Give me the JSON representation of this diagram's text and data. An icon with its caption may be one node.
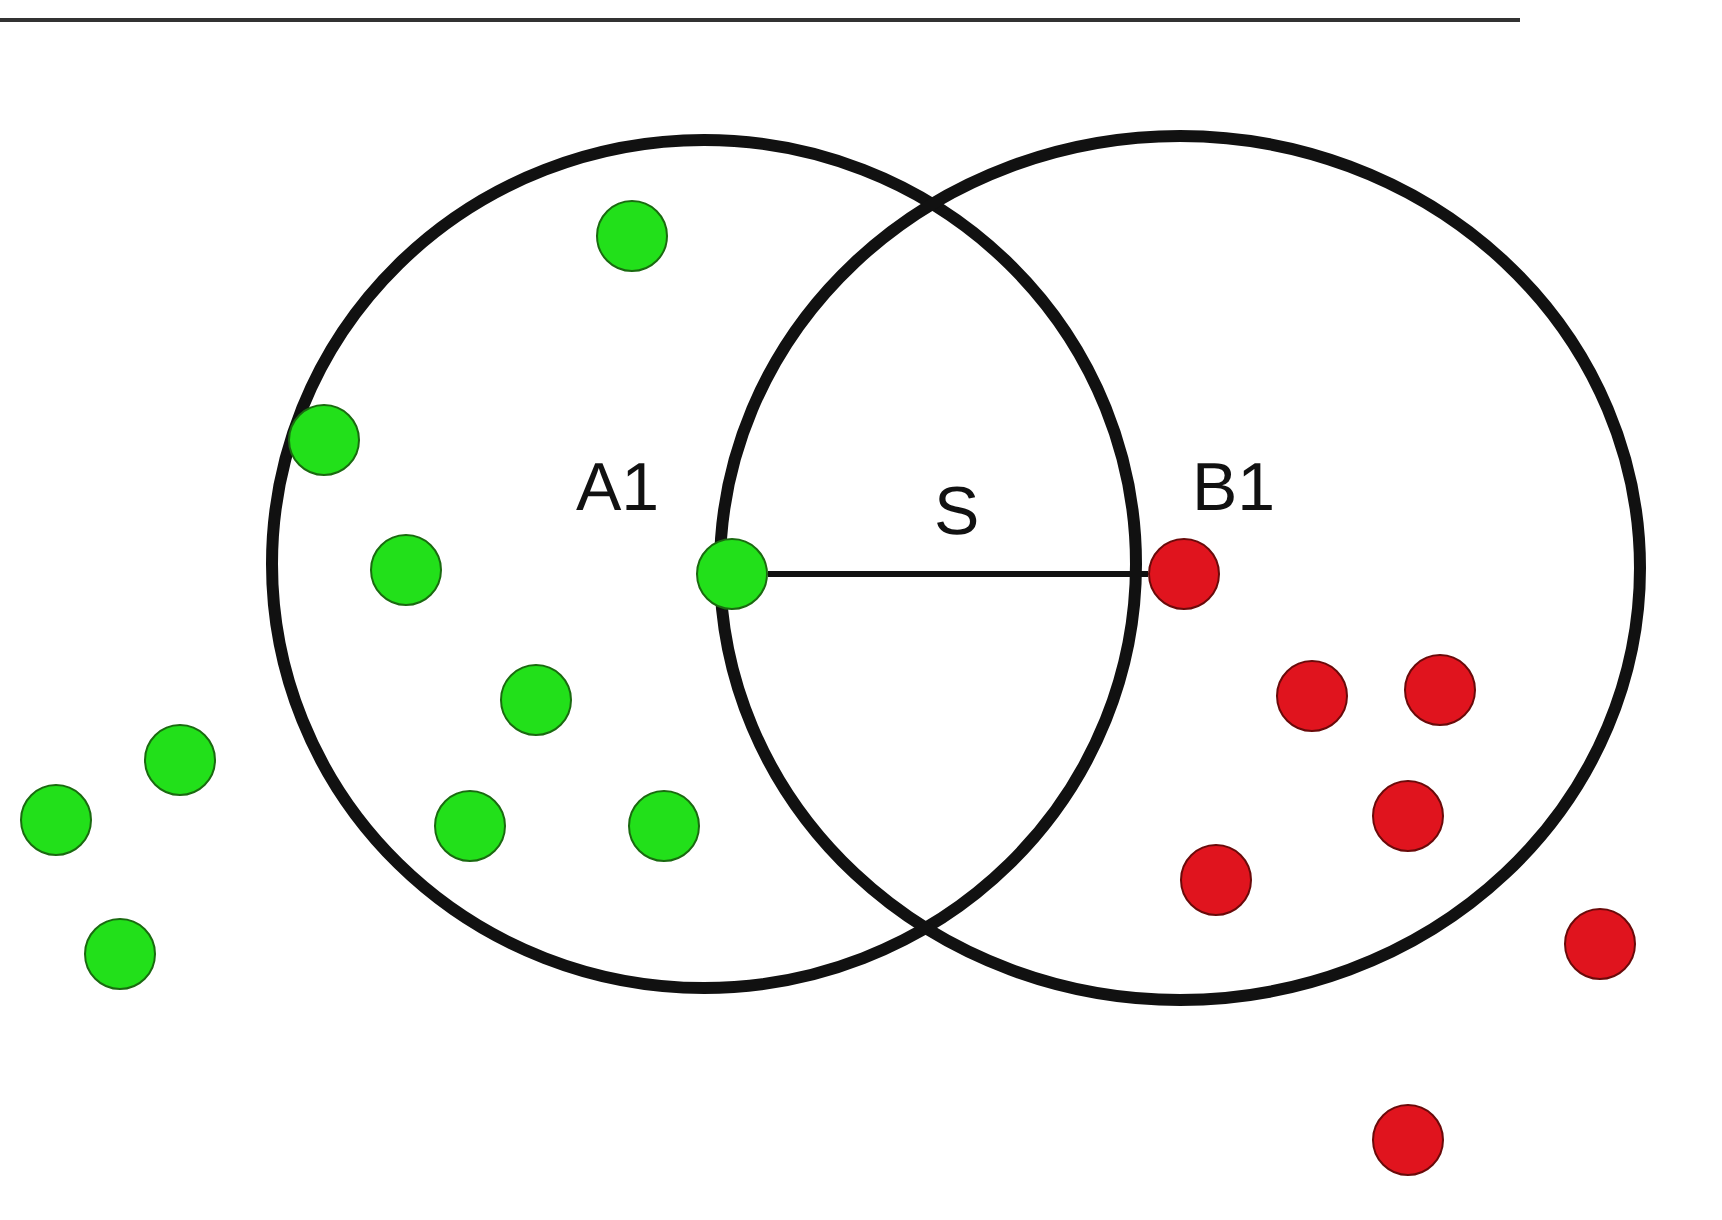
{
  "diagram": {
    "nodes": [
      {
        "text": [],
        "shape": "circle"
      },
      {
        "text": [],
        "shape": "circle"
      },
      {
        "text": [],
        "shape": "circle"
      },
      {
        "text": [],
        "shape": "circle",
        "beside": [
          "A1"
        ]
      },
      {
        "text": [],
        "shape": "circle",
        "beside": [
          "B1"
        ]
      },
      {
        "text": [],
        "shape": "circle"
      },
      {
        "text": [],
        "shape": "circle"
      },
      {
        "text": [],
        "shape": "circle"
      },
      {
        "text": [],
        "shape": "circle"
      },
      {
        "text": [],
        "shape": "circle"
      },
      {
        "text": [],
        "shape": "circle"
      },
      {
        "text": [],
        "shape": "circle"
      },
      {
        "text": [],
        "shape": "circle"
      },
      {
        "text": [],
        "shape": "circle"
      },
      {
        "text": [],
        "shape": "circle"
      },
      {
        "text": [],
        "shape": "circle"
      },
      {
        "text": [],
        "shape": "circle"
      }
    ],
    "edges": [
      {
        "from": 3,
        "to": 4,
        "arrow": "none",
        "label": "S"
      }
    ]
  }
}
